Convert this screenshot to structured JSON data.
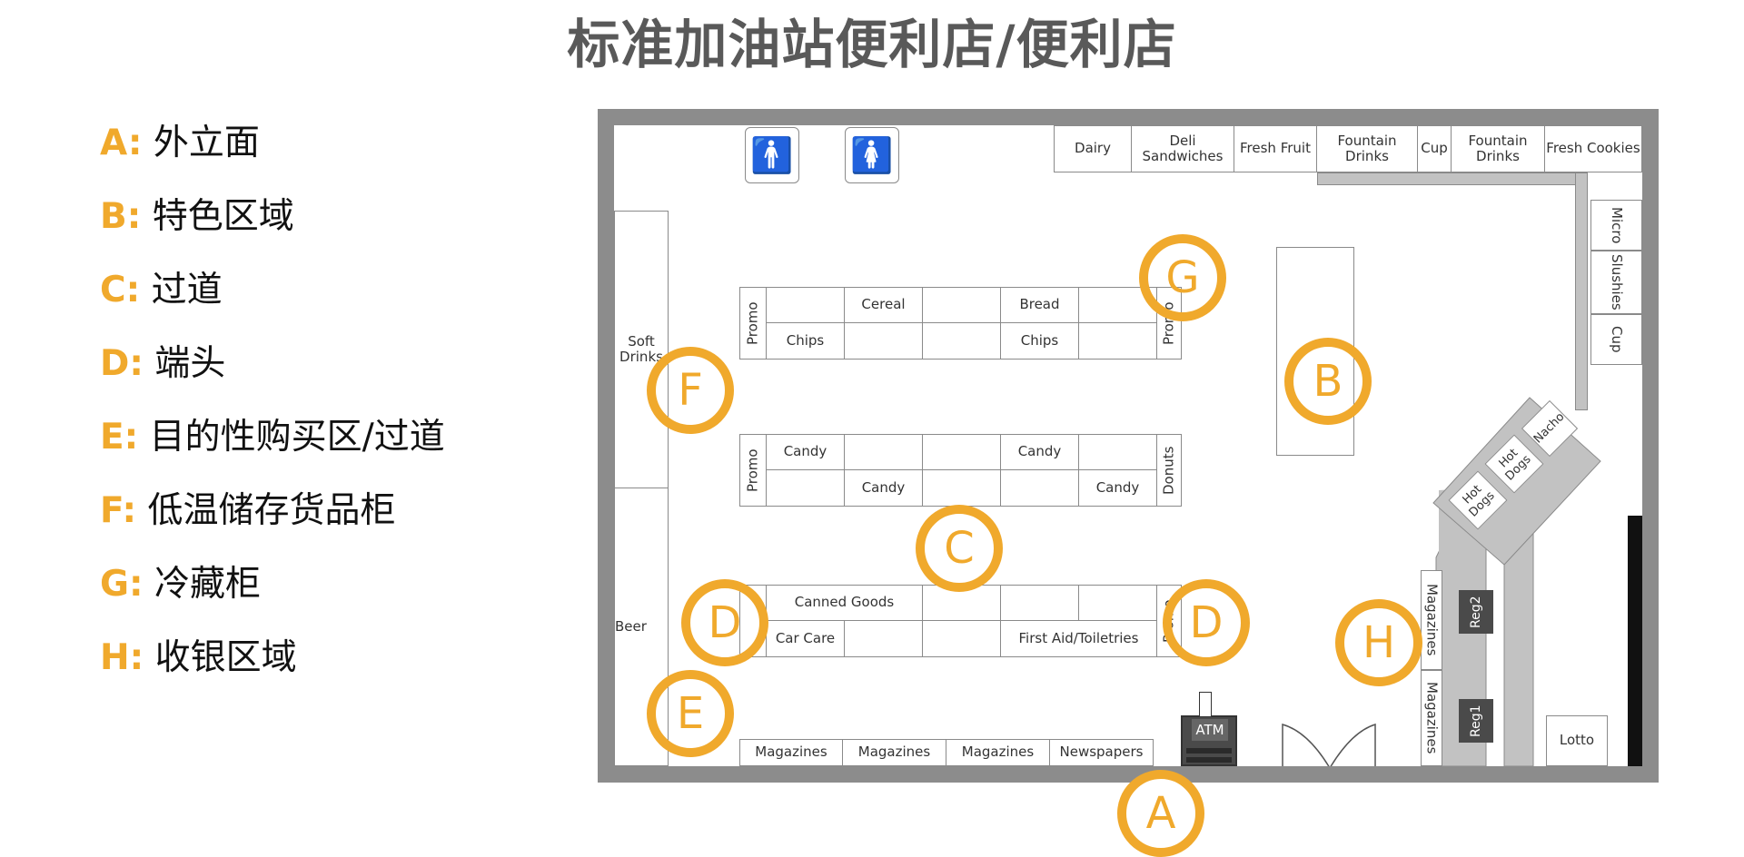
{
  "title": "标准加油站便利店/便利店",
  "colors": {
    "accent": "#f0a92c",
    "wall": "#8c8c8c",
    "counter": "#c2c2c2",
    "register": "#4a4a4a"
  },
  "legend": [
    {
      "key": "A:",
      "text": "外立面"
    },
    {
      "key": "B:",
      "text": "特色区域"
    },
    {
      "key": "C:",
      "text": "过道"
    },
    {
      "key": "D:",
      "text": "端头"
    },
    {
      "key": "E:",
      "text": "目的性购买区/过道"
    },
    {
      "key": "F:",
      "text": "低温储存货品柜"
    },
    {
      "key": "G:",
      "text": "冷藏柜"
    },
    {
      "key": "H:",
      "text": "收银区域"
    }
  ],
  "plan": {
    "restroom_icons": [
      "men-accessible-restroom-icon",
      "women-accessible-restroom-icon"
    ],
    "top_wall": [
      "Dairy",
      "Deli Sandwiches",
      "Fresh Fruit",
      "Fountain Drinks",
      "Cup",
      "Fountain Drinks",
      "Fresh Cookies"
    ],
    "right_wall": [
      "Micro",
      "Slushies",
      "Cup"
    ],
    "left_wall": [
      "Soft Drinks",
      "Beer"
    ],
    "aisle1": {
      "end_left": "Promo",
      "end_right": "Promo",
      "top": [
        "",
        "Cereal",
        "",
        "Bread",
        ""
      ],
      "bottom": [
        "Chips",
        "",
        "",
        "Chips",
        ""
      ]
    },
    "aisle2": {
      "end_left": "Promo",
      "end_right": "Donuts",
      "top": [
        "Candy",
        "",
        "",
        "Candy",
        ""
      ],
      "bottom": [
        "",
        "Candy",
        "",
        "",
        "Candy"
      ]
    },
    "aisle3": {
      "end_left": "",
      "end_right": "Promo",
      "top": "Canned Goods",
      "bottom_left": "Car Care",
      "bottom_right": "First Aid/Toiletries"
    },
    "bottom_wall": [
      "Magazines",
      "Magazines",
      "Magazines",
      "Newspapers"
    ],
    "atm": "ATM",
    "food_counter": [
      "Hot Dogs",
      "Hot Dogs",
      "Nacho"
    ],
    "checkout_magazines": [
      "Magazines",
      "Magazines"
    ],
    "registers": [
      "Reg2",
      "Reg1"
    ],
    "lotto": "Lotto",
    "markers": [
      "A",
      "B",
      "C",
      "D",
      "D",
      "E",
      "F",
      "G",
      "H"
    ]
  }
}
